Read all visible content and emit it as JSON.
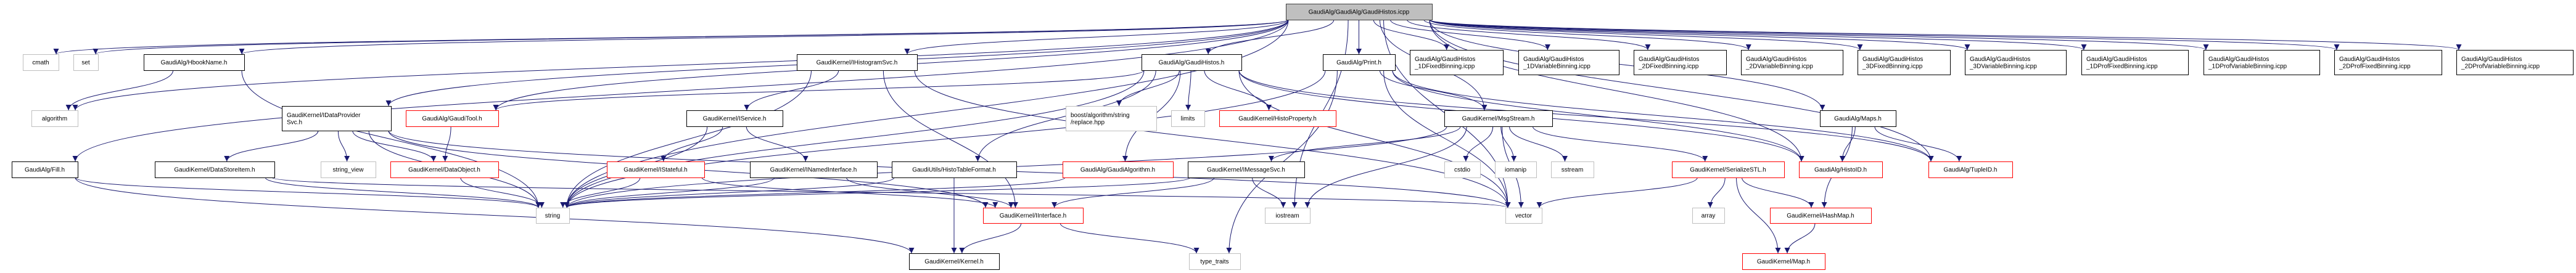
{
  "title": "GaudiAlg/GaudiAlg/GaudiHistos.icpp include dependency graph",
  "colors": {
    "edge": "#191970",
    "root_fill": "#bfbfbf",
    "root_border": "#404040",
    "documented_border": "#000000",
    "incomplete_border": "#ff0000",
    "system_border": "#bfbfbf",
    "node_fill": "#ffffff"
  },
  "nodes": [
    {
      "id": "root",
      "lines": [
        "GaudiAlg/GaudiAlg/GaudiHistos.icpp"
      ],
      "kind": "root"
    },
    {
      "id": "cmath",
      "lines": [
        "cmath"
      ],
      "kind": "system"
    },
    {
      "id": "set",
      "lines": [
        "set"
      ],
      "kind": "system"
    },
    {
      "id": "hbookname",
      "lines": [
        "GaudiAlg/HbookName.h"
      ],
      "kind": "documented"
    },
    {
      "id": "algorithm",
      "lines": [
        "algorithm"
      ],
      "kind": "system"
    },
    {
      "id": "fill",
      "lines": [
        "GaudiAlg/Fill.h"
      ],
      "kind": "documented"
    },
    {
      "id": "idataprovidersvc",
      "lines": [
        "GaudiKernel/IDataProvider",
        "Svc.h"
      ],
      "kind": "documented"
    },
    {
      "id": "gauditool",
      "lines": [
        "GaudiAlg/GaudiTool.h"
      ],
      "kind": "incomplete"
    },
    {
      "id": "datastoreitem",
      "lines": [
        "GaudiKernel/DataStoreItem.h"
      ],
      "kind": "documented"
    },
    {
      "id": "string_view",
      "lines": [
        "string_view"
      ],
      "kind": "system"
    },
    {
      "id": "dataobject",
      "lines": [
        "GaudiKernel/DataObject.h"
      ],
      "kind": "incomplete"
    },
    {
      "id": "string",
      "lines": [
        "string"
      ],
      "kind": "system"
    },
    {
      "id": "ihistogramsvc",
      "lines": [
        "GaudiKernel/IHistogramSvc.h"
      ],
      "kind": "documented"
    },
    {
      "id": "iservice",
      "lines": [
        "GaudiKernel/IService.h"
      ],
      "kind": "documented"
    },
    {
      "id": "istateful",
      "lines": [
        "GaudiKernel/IStateful.h"
      ],
      "kind": "incomplete"
    },
    {
      "id": "inamedinterface",
      "lines": [
        "GaudiKernel/INamedInterface.h"
      ],
      "kind": "documented"
    },
    {
      "id": "gaudihistos_h",
      "lines": [
        "GaudiAlg/GaudiHistos.h"
      ],
      "kind": "documented"
    },
    {
      "id": "boost_replace",
      "lines": [
        "boost/algorithm/string",
        "/replace.hpp"
      ],
      "kind": "system"
    },
    {
      "id": "limits",
      "lines": [
        "limits"
      ],
      "kind": "system"
    },
    {
      "id": "histoproperty",
      "lines": [
        "GaudiKernel/HistoProperty.h"
      ],
      "kind": "incomplete"
    },
    {
      "id": "histotableformat",
      "lines": [
        "GaudiUtils/HistoTableFormat.h"
      ],
      "kind": "documented"
    },
    {
      "id": "gaudialgorithm",
      "lines": [
        "GaudiAlg/GaudiAlgorithm.h"
      ],
      "kind": "incomplete"
    },
    {
      "id": "imessagesvc",
      "lines": [
        "GaudiKernel/IMessageSvc.h"
      ],
      "kind": "documented"
    },
    {
      "id": "iinterface",
      "lines": [
        "GaudiKernel/IInterface.h"
      ],
      "kind": "incomplete"
    },
    {
      "id": "kernel",
      "lines": [
        "GaudiKernel/Kernel.h"
      ],
      "kind": "documented"
    },
    {
      "id": "type_traits",
      "lines": [
        "type_traits"
      ],
      "kind": "system"
    },
    {
      "id": "iostream",
      "lines": [
        "iostream"
      ],
      "kind": "system"
    },
    {
      "id": "print",
      "lines": [
        "GaudiAlg/Print.h"
      ],
      "kind": "documented"
    },
    {
      "id": "msgstream",
      "lines": [
        "GaudiKernel/MsgStream.h"
      ],
      "kind": "documented"
    },
    {
      "id": "cstdio",
      "lines": [
        "cstdio"
      ],
      "kind": "system"
    },
    {
      "id": "iomanip",
      "lines": [
        "iomanip"
      ],
      "kind": "system"
    },
    {
      "id": "sstream",
      "lines": [
        "sstream"
      ],
      "kind": "system"
    },
    {
      "id": "vector",
      "lines": [
        "vector"
      ],
      "kind": "system"
    },
    {
      "id": "serializestl",
      "lines": [
        "GaudiKernel/SerializeSTL.h"
      ],
      "kind": "incomplete"
    },
    {
      "id": "array",
      "lines": [
        "array"
      ],
      "kind": "system"
    },
    {
      "id": "maps",
      "lines": [
        "GaudiAlg/Maps.h"
      ],
      "kind": "documented"
    },
    {
      "id": "histoid",
      "lines": [
        "GaudiAlg/HistoID.h"
      ],
      "kind": "incomplete"
    },
    {
      "id": "tupleid",
      "lines": [
        "GaudiAlg/TupleID.h"
      ],
      "kind": "incomplete"
    },
    {
      "id": "hashmap",
      "lines": [
        "GaudiKernel/HashMap.h"
      ],
      "kind": "incomplete"
    },
    {
      "id": "map",
      "lines": [
        "GaudiKernel/Map.h"
      ],
      "kind": "incomplete"
    },
    {
      "id": "icpp_1dfixed",
      "lines": [
        "GaudiAlg/GaudiHistos",
        "_1DFixedBinning.icpp"
      ],
      "kind": "documented"
    },
    {
      "id": "icpp_1dvar",
      "lines": [
        "GaudiAlg/GaudiHistos",
        "_1DVariableBinning.icpp"
      ],
      "kind": "documented"
    },
    {
      "id": "icpp_2dfixed",
      "lines": [
        "GaudiAlg/GaudiHistos",
        "_2DFixedBinning.icpp"
      ],
      "kind": "documented"
    },
    {
      "id": "icpp_2dvar",
      "lines": [
        "GaudiAlg/GaudiHistos",
        "_2DVariableBinning.icpp"
      ],
      "kind": "documented"
    },
    {
      "id": "icpp_3dfixed",
      "lines": [
        "GaudiAlg/GaudiHistos",
        "_3DFixedBinning.icpp"
      ],
      "kind": "documented"
    },
    {
      "id": "icpp_3dvar",
      "lines": [
        "GaudiAlg/GaudiHistos",
        "_3DVariableBinning.icpp"
      ],
      "kind": "documented"
    },
    {
      "id": "icpp_1dproffixed",
      "lines": [
        "GaudiAlg/GaudiHistos",
        "_1DProfFixedBinning.icpp"
      ],
      "kind": "documented"
    },
    {
      "id": "icpp_1dprofvar",
      "lines": [
        "GaudiAlg/GaudiHistos",
        "_1DProfVariableBinning.icpp"
      ],
      "kind": "documented"
    },
    {
      "id": "icpp_2dproffixed",
      "lines": [
        "GaudiAlg/GaudiHistos",
        "_2DProfFixedBinning.icpp"
      ],
      "kind": "documented"
    },
    {
      "id": "icpp_2dprofvar",
      "lines": [
        "GaudiAlg/GaudiHistos",
        "_2DProfVariableBinning.icpp"
      ],
      "kind": "documented"
    }
  ],
  "edges": [
    [
      "root",
      "cmath"
    ],
    [
      "root",
      "set"
    ],
    [
      "root",
      "algorithm"
    ],
    [
      "root",
      "hbookname"
    ],
    [
      "root",
      "fill"
    ],
    [
      "root",
      "ihistogramsvc"
    ],
    [
      "root",
      "gaudihistos_h"
    ],
    [
      "root",
      "print"
    ],
    [
      "root",
      "msgstream"
    ],
    [
      "root",
      "vector"
    ],
    [
      "root",
      "string"
    ],
    [
      "root",
      "maps"
    ],
    [
      "root",
      "histoid"
    ],
    [
      "root",
      "tupleid"
    ],
    [
      "root",
      "idataprovidersvc"
    ],
    [
      "root",
      "gauditool"
    ],
    [
      "root",
      "iostream"
    ],
    [
      "root",
      "icpp_1dfixed"
    ],
    [
      "root",
      "icpp_1dvar"
    ],
    [
      "root",
      "icpp_2dfixed"
    ],
    [
      "root",
      "icpp_2dvar"
    ],
    [
      "root",
      "icpp_3dfixed"
    ],
    [
      "root",
      "icpp_3dvar"
    ],
    [
      "root",
      "icpp_1dproffixed"
    ],
    [
      "root",
      "icpp_1dprofvar"
    ],
    [
      "root",
      "icpp_2dproffixed"
    ],
    [
      "root",
      "icpp_2dprofvar"
    ],
    [
      "hbookname",
      "algorithm"
    ],
    [
      "hbookname",
      "string"
    ],
    [
      "fill",
      "string"
    ],
    [
      "fill",
      "kernel"
    ],
    [
      "idataprovidersvc",
      "datastoreitem"
    ],
    [
      "idataprovidersvc",
      "string_view"
    ],
    [
      "idataprovidersvc",
      "dataobject"
    ],
    [
      "idataprovidersvc",
      "string"
    ],
    [
      "idataprovidersvc",
      "iinterface"
    ],
    [
      "idataprovidersvc",
      "vector"
    ],
    [
      "gauditool",
      "dataobject"
    ],
    [
      "dataobject",
      "string"
    ],
    [
      "datastoreitem",
      "string"
    ],
    [
      "datastoreitem",
      "vector"
    ],
    [
      "ihistogramsvc",
      "iservice"
    ],
    [
      "ihistogramsvc",
      "string"
    ],
    [
      "ihistogramsvc",
      "vector"
    ],
    [
      "ihistogramsvc",
      "iinterface"
    ],
    [
      "iservice",
      "istateful"
    ],
    [
      "iservice",
      "inamedinterface"
    ],
    [
      "iservice",
      "string"
    ],
    [
      "istateful",
      "string"
    ],
    [
      "istateful",
      "iinterface"
    ],
    [
      "inamedinterface",
      "string"
    ],
    [
      "inamedinterface",
      "iinterface"
    ],
    [
      "gaudihistos_h",
      "boost_replace"
    ],
    [
      "gaudihistos_h",
      "limits"
    ],
    [
      "gaudihistos_h",
      "histoproperty"
    ],
    [
      "gaudihistos_h",
      "gaudialgorithm"
    ],
    [
      "gaudihistos_h",
      "histotableformat"
    ],
    [
      "gaudihistos_h",
      "gauditool"
    ],
    [
      "gaudihistos_h",
      "string"
    ],
    [
      "gaudihistos_h",
      "vector"
    ],
    [
      "gaudihistos_h",
      "histoid"
    ],
    [
      "gaudihistos_h",
      "tupleid"
    ],
    [
      "histotableformat",
      "kernel"
    ],
    [
      "histotableformat",
      "string"
    ],
    [
      "gaudialgorithm",
      "string"
    ],
    [
      "imessagesvc",
      "iinterface"
    ],
    [
      "imessagesvc",
      "iostream"
    ],
    [
      "imessagesvc",
      "string"
    ],
    [
      "iinterface",
      "kernel"
    ],
    [
      "iinterface",
      "type_traits"
    ],
    [
      "print",
      "msgstream"
    ],
    [
      "print",
      "string"
    ],
    [
      "print",
      "vector"
    ],
    [
      "print",
      "histoid"
    ],
    [
      "print",
      "tupleid"
    ],
    [
      "print",
      "type_traits"
    ],
    [
      "msgstream",
      "cstdio"
    ],
    [
      "msgstream",
      "iomanip"
    ],
    [
      "msgstream",
      "sstream"
    ],
    [
      "msgstream",
      "serializestl"
    ],
    [
      "msgstream",
      "imessagesvc"
    ],
    [
      "msgstream",
      "string"
    ],
    [
      "msgstream",
      "vector"
    ],
    [
      "msgstream",
      "iostream"
    ],
    [
      "serializestl",
      "array"
    ],
    [
      "serializestl",
      "hashmap"
    ],
    [
      "serializestl",
      "map"
    ],
    [
      "serializestl",
      "vector"
    ],
    [
      "maps",
      "histoid"
    ],
    [
      "maps",
      "tupleid"
    ],
    [
      "maps",
      "hashmap"
    ],
    [
      "hashmap",
      "map"
    ]
  ]
}
